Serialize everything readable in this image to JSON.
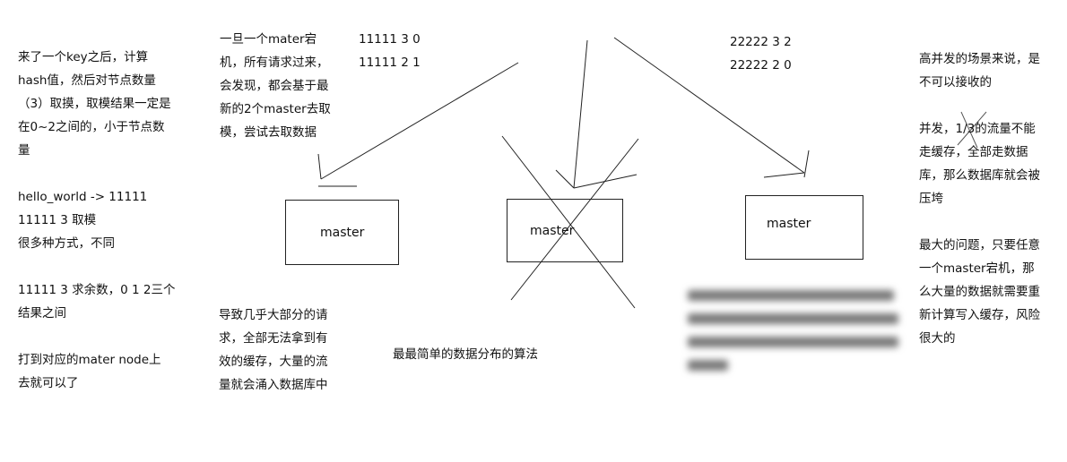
{
  "notes": {
    "left_top": "来了一个key之后，计算\nhash值，然后对节点数量\n（3）取摸，取模结果一定是\n在0~2之间的，小于节点数\n量",
    "left_example": "hello_world -> 11111\n11111 3 取模\n很多种方式，不同",
    "left_remainder": "11111 3 求余数，0 1 2三个\n结果之间",
    "left_route": "打到对应的mater node上\n去就可以了",
    "crash_top": "一旦一个mater宕\n机，所有请求过来，\n会发现，都会基于最\n新的2个master去取\n模，尝试去取数据",
    "calc_1": "11111 3 0\n11111 2 1",
    "calc_2": "22222 3 2\n22222 2 0",
    "crash_bottom": "导致几乎大部分的请\n求，全部无法拿到有\n效的缓存，大量的流\n量就会涌入数据库中",
    "caption": "最最简单的数据分布的算法",
    "right_1": "高并发的场景来说，是\n不可以接收的",
    "right_2": "并发，1/3的流量不能\n走缓存，全部走数据\n库，那么数据库就会被\n压垮",
    "right_3": "最大的问题，只要任意\n一个master宕机，那\n么大量的数据就需要重\n新计算写入缓存，风险\n很大的"
  },
  "nodes": [
    {
      "label": "master",
      "crashed": false
    },
    {
      "label": "master",
      "crashed": true
    },
    {
      "label": "master",
      "crashed": false
    }
  ]
}
